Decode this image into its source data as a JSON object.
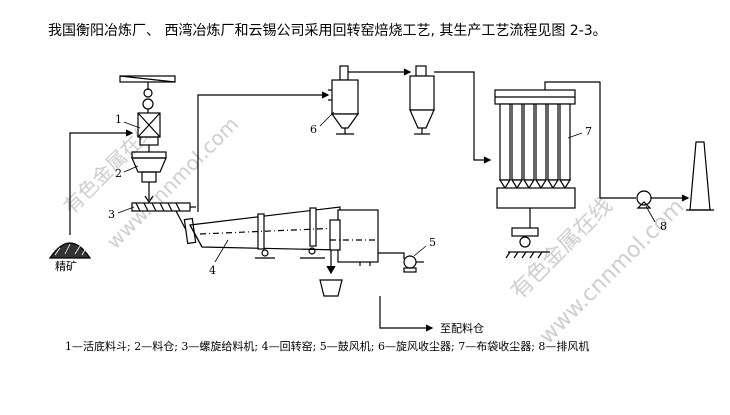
{
  "heading": "我国衡阳冶炼厂、 西湾冶炼厂和云锡公司采用回转窑焙烧工艺, 其生产工艺流程见图 2-3。",
  "caption": "1—活底料斗; 2—料仓; 3—螺旋给料机; 4—回转窑; 5—鼓风机; 6—旋风收尘器; 7—布袋收尘器; 8—排风机",
  "labels": {
    "n1": "1",
    "n2": "2",
    "n3": "3",
    "n4": "4",
    "n5": "5",
    "n6": "6",
    "n7": "7",
    "n8": "8",
    "concentrate": "精矿",
    "to_bin": "至配料仓"
  },
  "watermarks": {
    "w1": "有色金属在线",
    "w2": "www.cnnmol.com",
    "w3": "有色金属在线",
    "w4": "www.cnnmol.com"
  }
}
